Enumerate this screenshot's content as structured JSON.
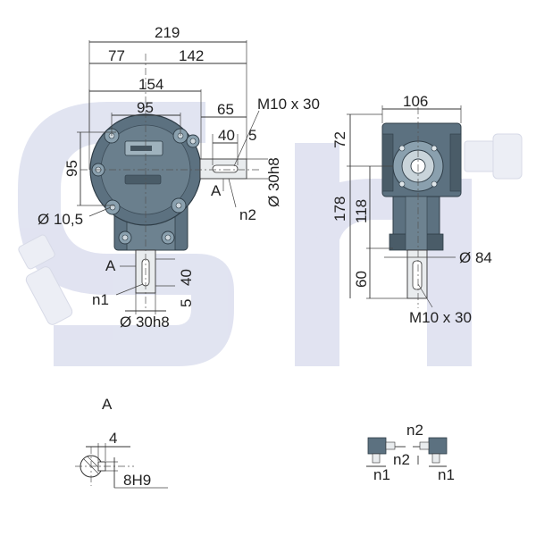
{
  "watermark": {
    "letters": "SH",
    "color": "#c9cde6"
  },
  "colors": {
    "housing": "#5c7180",
    "housing_dark": "#3c4c58",
    "housing_light": "#8aa0ae",
    "line": "#333333"
  },
  "front_view": {
    "dim_total_width": "219",
    "dim_left_offset": "77",
    "dim_right_offset": "142",
    "dim_body_width": "154",
    "dim_flange_width": "95",
    "dim_shaft_length": "65",
    "dim_keyway_length": "40",
    "dim_keyway_offset": "5",
    "dim_height": "95",
    "bolt_spec": "M10 x 30",
    "shaft_diameter_side": "Ø 30h8",
    "hole_diameter": "Ø 10,5",
    "section_marker_side": "A",
    "shaft_label_side": "n2",
    "section_marker_bottom": "A",
    "shaft_label_bottom": "n1",
    "dim_bottom_keyway": "40",
    "dim_bottom_offset": "5",
    "shaft_diameter_bottom": "Ø 30h8"
  },
  "side_view": {
    "dim_width": "106",
    "dim_top": "72",
    "dim_total_height": "178",
    "dim_mid_height": "118",
    "dim_shaft": "60",
    "shaft_diameter": "Ø 84",
    "bolt_spec": "M10 x 30"
  },
  "section_detail": {
    "title": "A",
    "dim_key": "4",
    "dim_keyway": "8H9"
  },
  "rotation_legend": {
    "left_n1": "n1",
    "left_n2": "n2",
    "right_n2": "n2",
    "right_n1": "n1"
  }
}
